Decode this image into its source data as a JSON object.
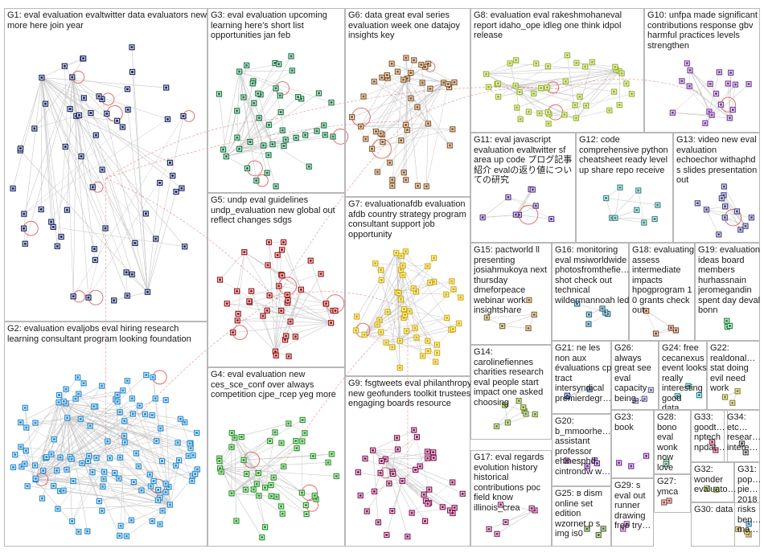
{
  "colors": {
    "edge": "#c8c8c8",
    "self_loop": "#e06060",
    "inter_edge": "#e07070",
    "box_border": "#b8b8b8",
    "label_text": "#1a1a1a"
  },
  "groups": [
    {
      "id": "G1",
      "label": "G1: eval evaluation evaltwitter data evaluators new more here join year",
      "color": "#1f2a66"
    },
    {
      "id": "G2",
      "label": "G2: evaluation evaljobs eval hiring research learning consultant program looking foundation",
      "color": "#2b8fd0"
    },
    {
      "id": "G3",
      "label": "G3: eval evaluation upcoming learning here's short list opportunities jan feb",
      "color": "#1e7a4a"
    },
    {
      "id": "G4",
      "label": "G4: eval evaluation new ces_sce_conf over always competition cjpe_rcep yeg more",
      "color": "#2e9a2e"
    },
    {
      "id": "G5",
      "label": "G5: undp eval guidelines undp_evaluation new global out reflect changes sdgs",
      "color": "#9b1c1c"
    },
    {
      "id": "G6",
      "label": "G6: data great eval series evaluation week one datajoy insights key",
      "color": "#8a5a2b"
    },
    {
      "id": "G7",
      "label": "G7: evaluationafdb evaluation afdb country strategy program consultant support job opportunity",
      "color": "#d6b100"
    },
    {
      "id": "G8",
      "label": "G8: evaluation eval rakeshmohaneval report idaho_ope idleg one think idpol release",
      "color": "#9ab92a"
    },
    {
      "id": "G9",
      "label": "G9: fsgtweets eval philanthropy new geofunders toolkit trustees engaging boards resource",
      "color": "#8a1a5a"
    },
    {
      "id": "G10",
      "label": "G10: unfpa made significant contributions response gbv harmful practices levels strengthen",
      "color": "#7a3fa0"
    },
    {
      "id": "G11",
      "label": "G11: eval javascript evaluation evaltwitter sf area up code プログ記事紹介 evalの返り値についての研究",
      "color": "#5a3d8a"
    },
    {
      "id": "G12",
      "label": "G12: code comprehensive python cheatsheet ready level up share repo receive",
      "color": "#3a8a8a"
    },
    {
      "id": "G13",
      "label": "G13: video new eval evaluation echoechor withaphd s slides presentation out",
      "color": "#4a4a8a"
    },
    {
      "id": "G14",
      "label": "G14: carolinefiennes charities research eval people start impact one asked choosing",
      "color": "#6a8a2a"
    },
    {
      "id": "G15",
      "label": "G15: pactworld ll presenting josiahmukoya next thursday dmeforpeace webinar work insightshare",
      "color": "#8a6a2a"
    },
    {
      "id": "G16",
      "label": "G16: monitoring eval msiworldwide photosfromthefie… shot check out technical wildermannoah led",
      "color": "#2a6a8a"
    },
    {
      "id": "G17",
      "label": "G17: eval regards evolution history historical contributions poc field know illinois_crea",
      "color": "#8a2a6a"
    },
    {
      "id": "G18",
      "label": "G18: evaluating assess intermediate impacts hpogprogram 1 0 grants check out",
      "color": "#8a4a2a"
    },
    {
      "id": "G19",
      "label": "G19: evaluation ideas board members hurhassnain jeromegandin spent day deval bonn",
      "color": "#2a8a4a"
    },
    {
      "id": "G20",
      "label": "G20: b_mmoorhe… assistant professor ehinesphd cintrondw w…",
      "color": "#6a2a8a"
    },
    {
      "id": "G21",
      "label": "G21: ne les non aux évaluations cp tract intersyndical premierdegr…",
      "color": "#2a4a8a"
    },
    {
      "id": "G22",
      "label": "G22: realdonal… stat doing evil need work",
      "color": "#8a8a2a"
    },
    {
      "id": "G23",
      "label": "G23: book",
      "color": "#7a2a9a"
    },
    {
      "id": "G24",
      "label": "G24: free cecanexus event looks really interesting good data…",
      "color": "#2a8a8a"
    },
    {
      "id": "G25",
      "label": "G25: в dism online set edition wzornet p s img is0",
      "color": "#4a6a2a"
    },
    {
      "id": "G26",
      "label": "G26: always great see eval capacity being…",
      "color": "#6a6a9a"
    },
    {
      "id": "G27",
      "label": "G27: ymca",
      "color": "#9a4a4a"
    },
    {
      "id": "G28",
      "label": "G28: bono eval wonk now love look…",
      "color": "#4a8a6a"
    },
    {
      "id": "G29",
      "label": "G29: s eval out runner drawing free try…",
      "color": "#8a4a8a"
    },
    {
      "id": "G30",
      "label": "G30: data",
      "color": "#9a7a2a"
    },
    {
      "id": "G31",
      "label": "G31: pop… pie… 2018 risks ben… ma…",
      "color": "#2a7a9a"
    },
    {
      "id": "G32",
      "label": "G32: wonder evaluato…",
      "color": "#7a9a2a"
    },
    {
      "id": "G33",
      "label": "G33: goodt… nptech npdat…",
      "color": "#9a2a4a"
    },
    {
      "id": "G34",
      "label": "G34: etc… resear… intere…",
      "color": "#4a4a4a"
    }
  ]
}
